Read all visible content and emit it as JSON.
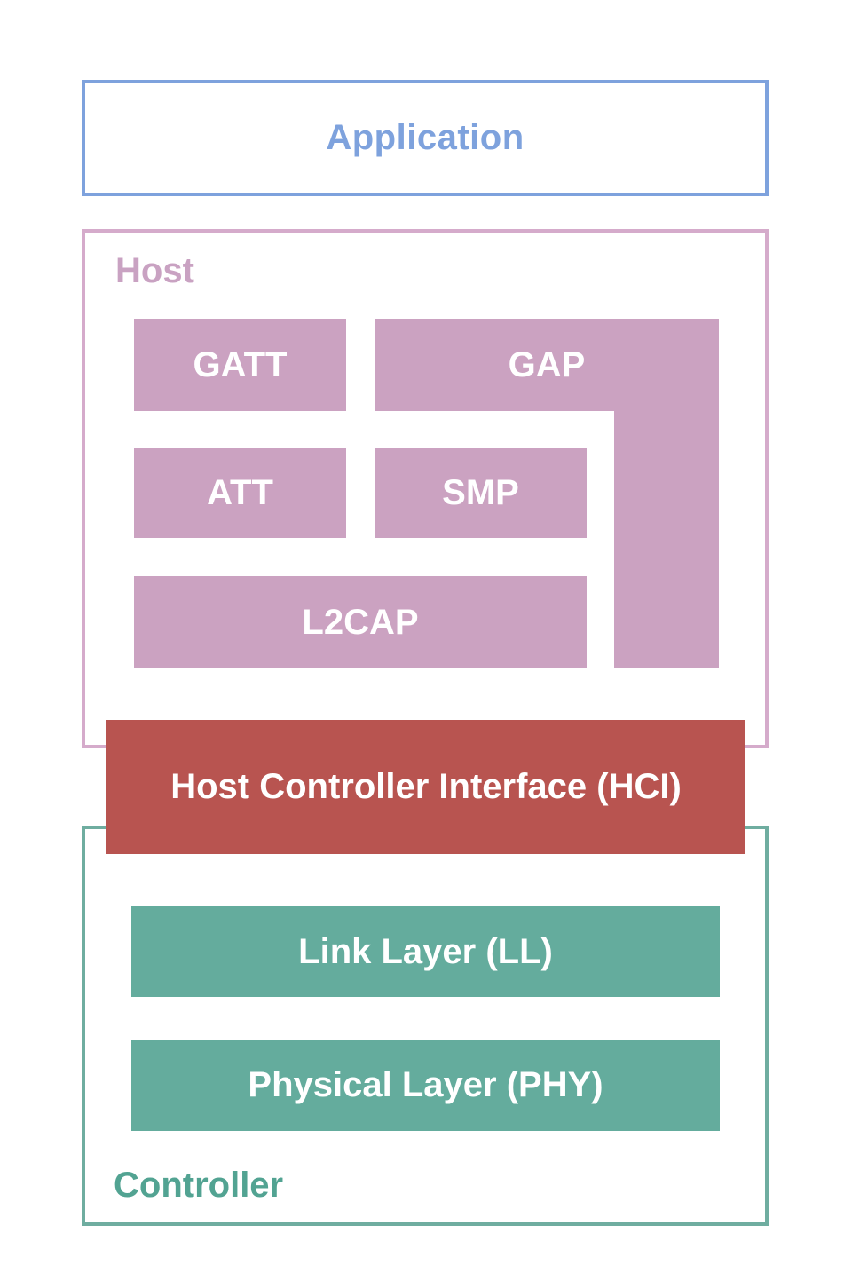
{
  "colors": {
    "app_blue": "#7ea2dd",
    "host_pink_border": "#d5abcb",
    "host_label": "#c9a2c2",
    "mauve_fill": "#cba2c1",
    "hci_red": "#b85450",
    "teal_fill": "#64ac9d",
    "controller_border": "#6fada0",
    "controller_label": "#52a392",
    "block_text": "#ffffff"
  },
  "application": {
    "label": "Application"
  },
  "host": {
    "label": "Host",
    "blocks": {
      "gatt": "GATT",
      "gap": "GAP",
      "att": "ATT",
      "smp": "SMP",
      "l2cap": "L2CAP"
    }
  },
  "hci": {
    "label": "Host Controller Interface (HCI)"
  },
  "controller": {
    "label": "Controller",
    "blocks": {
      "link_layer": "Link Layer (LL)",
      "physical_layer": "Physical Layer (PHY)"
    }
  }
}
